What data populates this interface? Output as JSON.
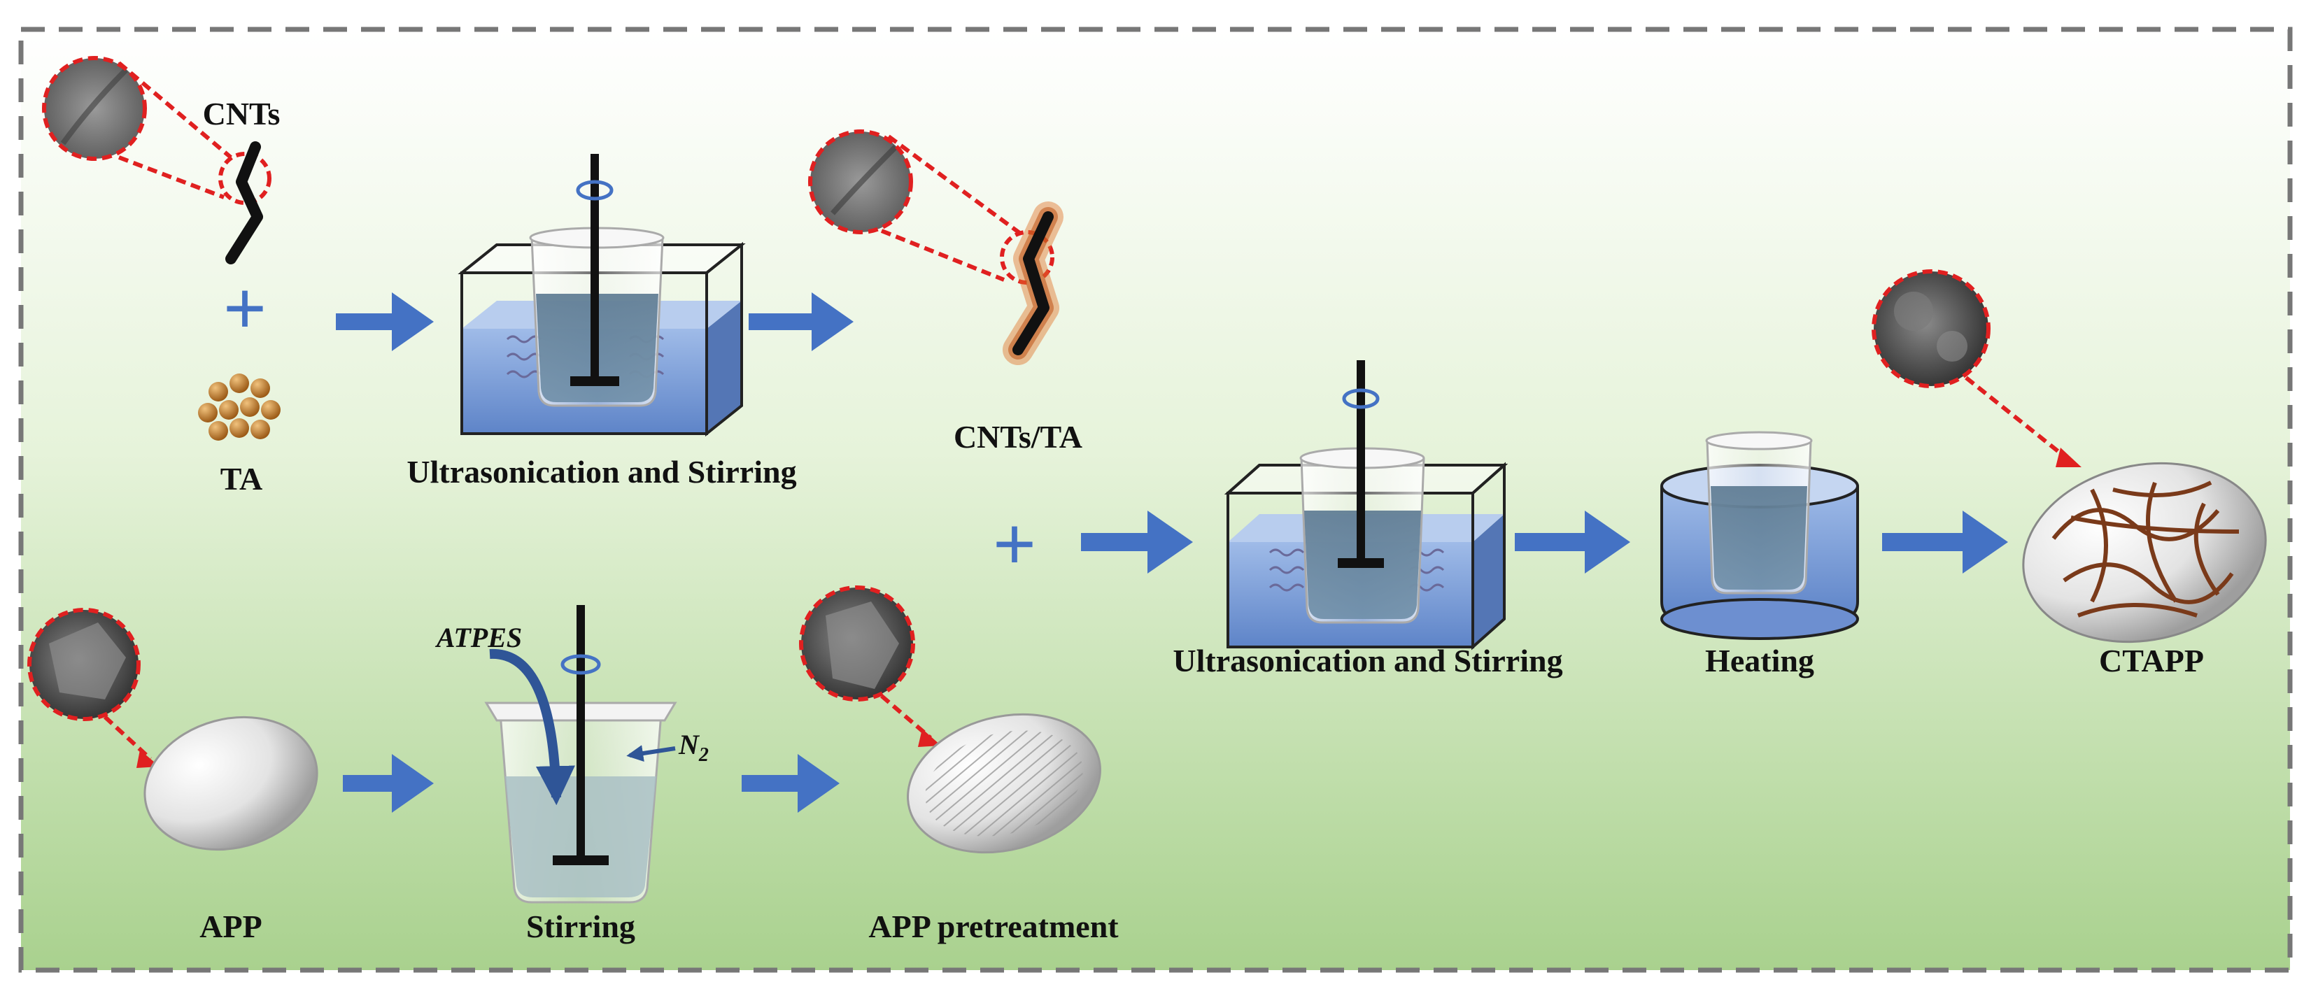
{
  "labels": {
    "cnts": "CNTs",
    "ta": "TA",
    "ultrasonication_1": "Ultrasonication and Stirring",
    "cnts_ta": "CNTs/TA",
    "ultrasonication_2": "Ultrasonication and Stirring",
    "heating": "Heating",
    "ctapp": "CTAPP",
    "app": "APP",
    "stirring": "Stirring",
    "app_pretreatment": "APP pretreatment",
    "atpes": "ATPES",
    "n2": "N",
    "n2_sub": "2"
  },
  "symbols": {
    "plus": "+"
  },
  "colors": {
    "arrow": "#4472C4",
    "dashed_circle": "#E02020",
    "frame_dash": "#777777",
    "background_top": "#FFFFFF",
    "background_bottom": "#A9D18E",
    "water": "#6F95D8",
    "cnt": "#111111",
    "ta_particle": "#C8822E"
  },
  "icons": [
    "sem-micrograph-icon",
    "beaker-icon",
    "stirrer-icon",
    "ultrasonic-bath-icon",
    "heating-bath-icon",
    "app-particle-icon",
    "cnt-icon",
    "ta-particles-icon",
    "flow-arrow-icon",
    "rotation-icon"
  ]
}
